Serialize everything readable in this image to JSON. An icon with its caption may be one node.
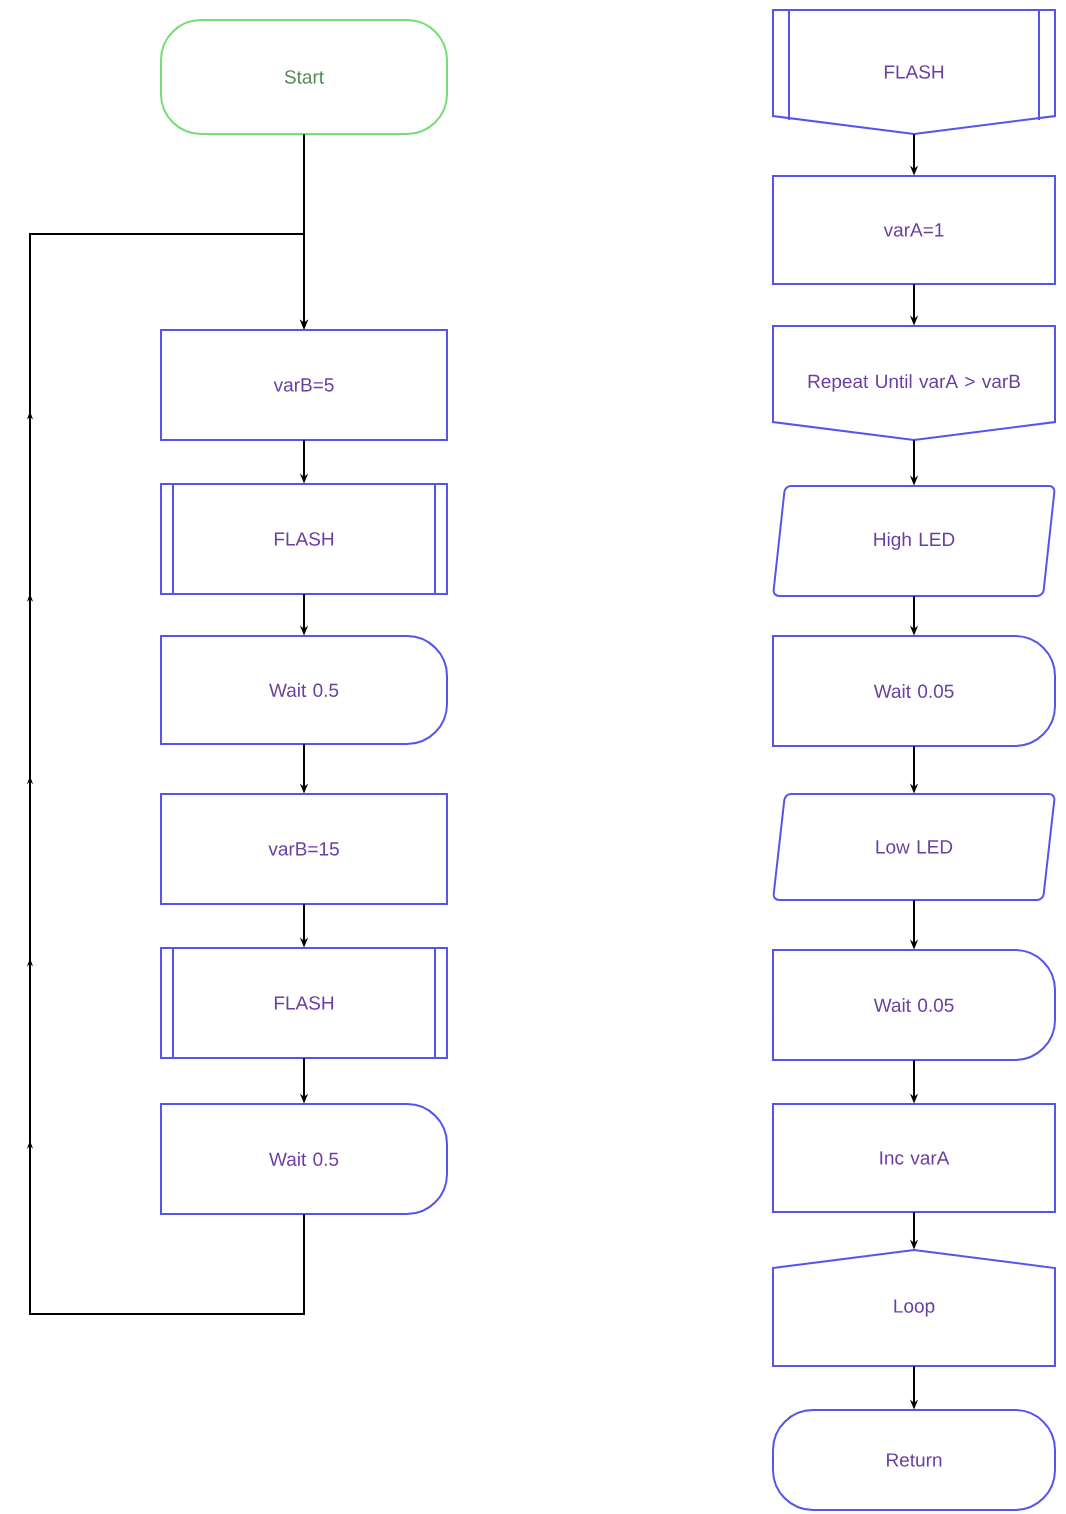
{
  "diagram": {
    "nodes": [
      {
        "text": [
          "Start"
        ]
      },
      {
        "text": [
          "varB=5"
        ]
      },
      {
        "text": [
          "FLASH"
        ]
      },
      {
        "text": [
          "Wait 0.5"
        ]
      },
      {
        "text": [
          "varB=15"
        ]
      },
      {
        "text": [
          "FLASH"
        ]
      },
      {
        "text": [
          "Wait 0.5"
        ]
      },
      {
        "text": [
          "FLASH"
        ]
      },
      {
        "text": [
          "varA=1"
        ]
      },
      {
        "text": [
          "Repeat Until varA > varB"
        ]
      },
      {
        "text": [
          "High LED"
        ]
      },
      {
        "text": [
          "Wait 0.05"
        ]
      },
      {
        "text": [
          "Low LED"
        ]
      },
      {
        "text": [
          "Wait 0.05"
        ]
      },
      {
        "text": [
          "Inc varA"
        ]
      },
      {
        "text": [
          "Loop"
        ]
      },
      {
        "text": [
          "Return"
        ]
      }
    ],
    "edges": [
      {
        "from": 0,
        "to": 1,
        "arrow": "to"
      },
      {
        "from": 1,
        "to": 2,
        "arrow": "to"
      },
      {
        "from": 2,
        "to": 3,
        "arrow": "to"
      },
      {
        "from": 3,
        "to": 4,
        "arrow": "to"
      },
      {
        "from": 4,
        "to": 5,
        "arrow": "to"
      },
      {
        "from": 5,
        "to": 6,
        "arrow": "to"
      },
      {
        "from": 6,
        "to": 1,
        "arrow": "to"
      },
      {
        "from": 7,
        "to": 8,
        "arrow": "to"
      },
      {
        "from": 8,
        "to": 9,
        "arrow": "to"
      },
      {
        "from": 9,
        "to": 10,
        "arrow": "to"
      },
      {
        "from": 10,
        "to": 11,
        "arrow": "to"
      },
      {
        "from": 11,
        "to": 12,
        "arrow": "to"
      },
      {
        "from": 12,
        "to": 13,
        "arrow": "to"
      },
      {
        "from": 13,
        "to": 14,
        "arrow": "to"
      },
      {
        "from": 14,
        "to": 15,
        "arrow": "to"
      },
      {
        "from": 15,
        "to": 16,
        "arrow": "to"
      }
    ]
  }
}
